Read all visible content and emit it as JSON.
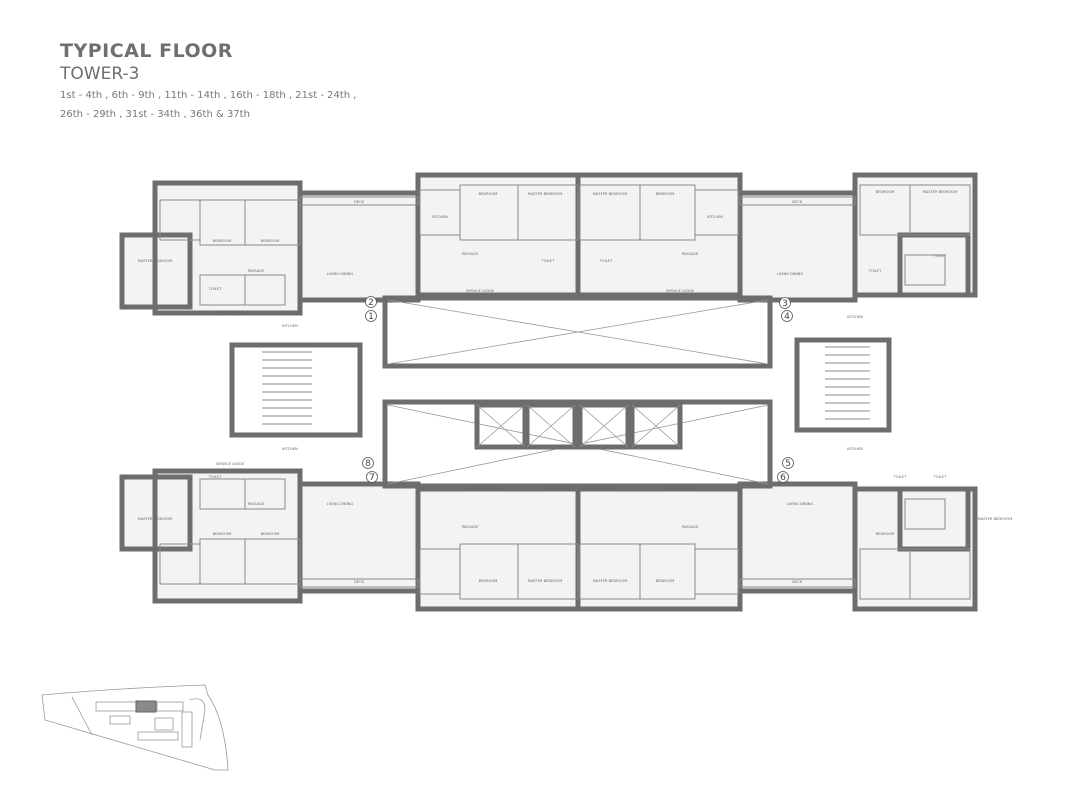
{
  "header": {
    "title": "TYPICAL FLOOR",
    "tower": "TOWER-3",
    "floors_line1": "1st - 4th , 6th - 9th , 11th - 14th , 16th - 18th , 21st - 24th ,",
    "floors_line2": "26th - 29th , 31st - 34th , 36th & 37th"
  },
  "plan": {
    "unit_numbers": [
      "1",
      "2",
      "3",
      "4",
      "5",
      "6",
      "7",
      "8"
    ],
    "rooms": {
      "master_bedroom": "MASTER BEDROOM",
      "bedroom": "BEDROOM",
      "toilet": "TOILET",
      "kitchen": "KITCHEN",
      "living_dining": "LIVING DINING",
      "passage": "PASSAGE",
      "service_ledge": "SERVICE LEDGE",
      "deck": "DECK"
    }
  },
  "colors": {
    "wall": "#6d6d6d",
    "floor": "#f3f3f3",
    "title": "#6f6f6f",
    "highlight": "#8a8a8a"
  }
}
